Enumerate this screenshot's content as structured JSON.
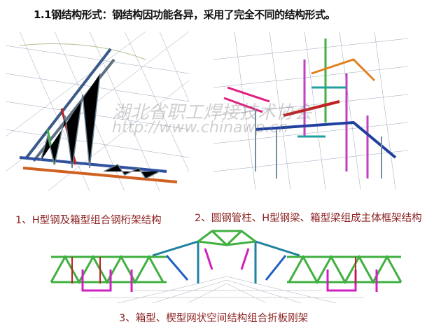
{
  "slide": {
    "title": "1.1钢结构形式：钢结构因功能各异，采用了完全不同的结构形式。",
    "figures": [
      {
        "caption": "1、H型钢及箱型组合钢桁架结构"
      },
      {
        "caption": "2、圆钢管柱、H型钢梁、箱型梁组成主体框架结构"
      },
      {
        "caption": "3、箱型、楔型网状空间结构组合折板刚架"
      }
    ],
    "watermark": {
      "line1": "湖北省职工焊接技术协会",
      "line2": "http://www.chinawp.cn"
    }
  },
  "colors": {
    "caption": "#8b1f1f",
    "steel_blue": "#3050a0",
    "steel_orange": "#d06020",
    "steel_green": "#40b040",
    "steel_magenta": "#d020c0",
    "steel_red": "#c02020"
  }
}
